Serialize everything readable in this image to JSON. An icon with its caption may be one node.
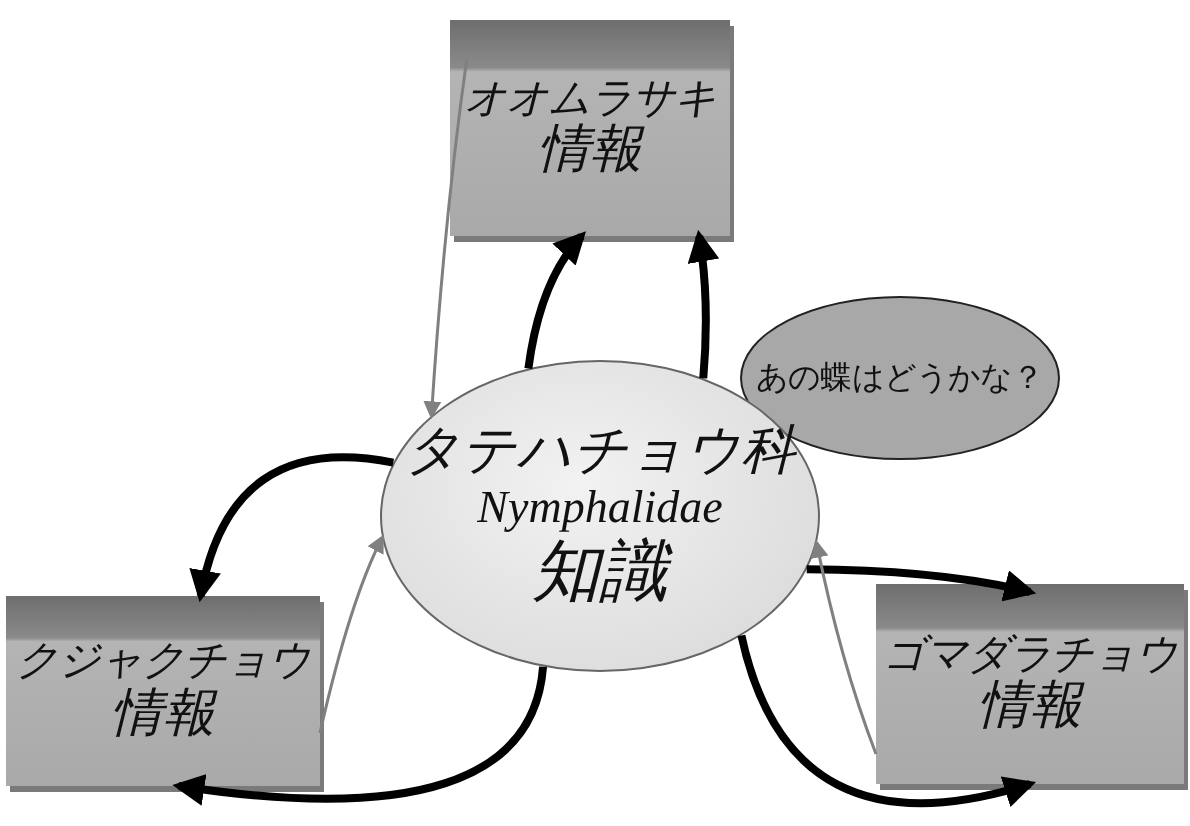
{
  "diagram": {
    "nodes": [
      {
        "text": [
          "オオムラサキ",
          "情報"
        ]
      },
      {
        "text": [
          "あの蝶はどうかな？"
        ]
      },
      {
        "text": [
          "タテハチョウ科",
          "Nymphalidae",
          "知識"
        ]
      },
      {
        "text": [
          "クジャクチョウ",
          "情報"
        ]
      },
      {
        "text": [
          "ゴマダラチョウ",
          "情報"
        ]
      }
    ],
    "edges": [
      {
        "from": 2,
        "to": 0,
        "arrow": "to"
      },
      {
        "from": 2,
        "to": 0,
        "arrow": "to"
      },
      {
        "from": 0,
        "to": 2,
        "arrow": "to",
        "color": "#808080"
      },
      {
        "from": 2,
        "to": 3,
        "arrow": "to"
      },
      {
        "from": 3,
        "to": 2,
        "arrow": "to",
        "color": "#808080"
      },
      {
        "from": 2,
        "to": 3,
        "arrow": "to"
      },
      {
        "from": 2,
        "to": 4,
        "arrow": "to"
      },
      {
        "from": 4,
        "to": 2,
        "arrow": "to",
        "color": "#808080"
      },
      {
        "from": 2,
        "to": 4,
        "arrow": "to"
      }
    ]
  }
}
